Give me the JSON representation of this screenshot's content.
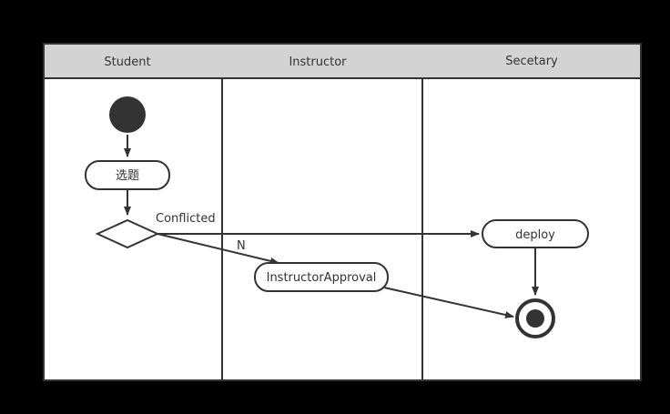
{
  "diagram": {
    "lanes": [
      {
        "label": "Student"
      },
      {
        "label": "Instructor"
      },
      {
        "label": "Secetary"
      }
    ],
    "nodes": {
      "select_topic": {
        "label": "选题"
      },
      "instructor_approval": {
        "label": "InstructorApproval"
      },
      "deploy": {
        "label": "deploy"
      }
    },
    "edges": {
      "conflicted": {
        "label": "Conflicted"
      },
      "n": {
        "label": "N"
      }
    },
    "colors": {
      "background": "#000000",
      "canvas": "#ffffff",
      "header": "#d3d3d3",
      "stroke": "#333333",
      "node_fill": "#ffffff",
      "start_fill": "#333333"
    }
  }
}
